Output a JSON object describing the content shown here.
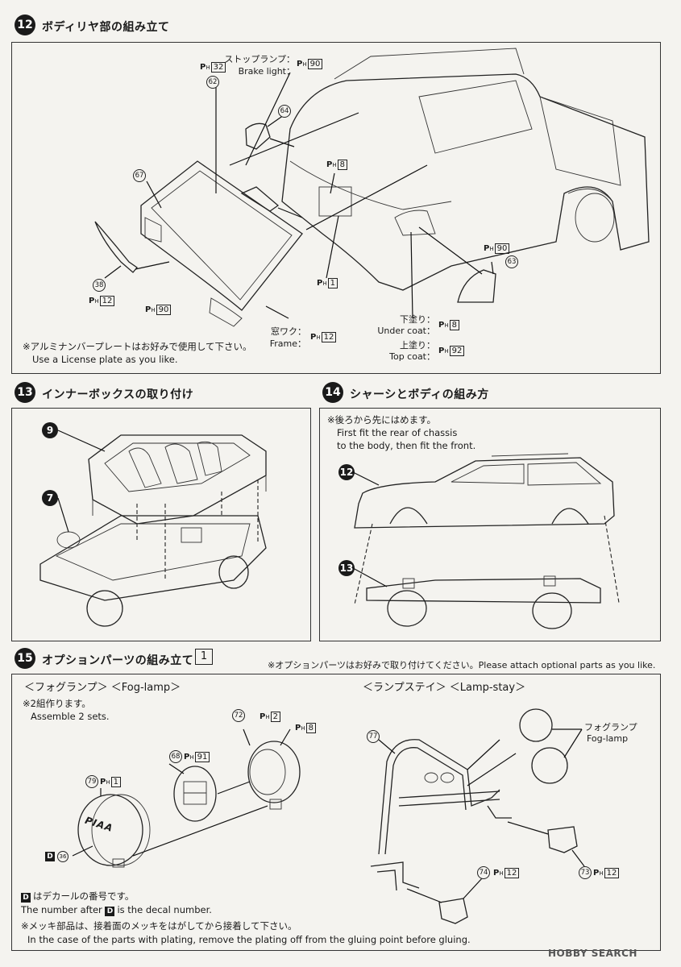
{
  "step12": {
    "num": "12",
    "title": "ボディリヤ部の組み立て",
    "stoplamp_ja": "ストップランプ：",
    "stoplamp_en": "Brake light：",
    "parts": [
      "62",
      "64",
      "67",
      "38",
      "63"
    ],
    "ph32": "32",
    "ph90": "90",
    "ph8": "8",
    "ph1": "1",
    "ph12": "12",
    "ph92": "92",
    "undercoat_ja": "下塗り：",
    "undercoat_en": "Under coat：",
    "topcoat_ja": "上塗り：",
    "topcoat_en": "Top coat：",
    "frame_ja": "窓ワク：",
    "frame_en": "Frame：",
    "note_ja": "※アルミナンバープレートはお好みで使用して下さい。",
    "note_en": "Use a License plate as you like."
  },
  "step13": {
    "num": "13",
    "title": "インナーボックスの取り付け",
    "parts": [
      "9",
      "7"
    ]
  },
  "step14": {
    "num": "14",
    "title": "シャーシとボディの組み方",
    "note_ja": "※後ろから先にはめます。",
    "note_en1": "First fit the rear of chassis",
    "note_en2": "to the body, then fit the front.",
    "parts": [
      "12",
      "13"
    ]
  },
  "step15": {
    "num": "15",
    "title": "オプションパーツの組み立て",
    "box": "1",
    "note": "※オプションパーツはお好みで取り付けてください。Please attach optional parts as you like.",
    "foglamp_title": "＜フォグランプ＞ ＜Fog-lamp＞",
    "lampstay_title": "＜ランプステイ＞ ＜Lamp-stay＞",
    "sets_ja": "※2組作ります。",
    "sets_en": "Assemble 2 sets.",
    "foglamp_ja": "フォグランプ",
    "foglamp_en": "Fog-lamp",
    "parts": [
      "72",
      "68",
      "79",
      "77",
      "74",
      "73"
    ],
    "ph2": "2",
    "ph8": "8",
    "ph91": "91",
    "ph1": "1",
    "ph12": "12",
    "decal_letter": "D",
    "decal_num": "36",
    "piaa": "PIAA",
    "decal_note_ja": "はデカールの番号です。",
    "decal_note_en_a": "The number after",
    "decal_note_en_b": "is the decal number.",
    "plating_ja": "※メッキ部品は、接着面のメッキをはがしてから接着して下さい。",
    "plating_en": "In the case of the parts with plating, remove the plating off from the gluing point before gluing."
  },
  "watermark": "HOBBY SEARCH",
  "ph_prefix": "P",
  "ph_sub": "H"
}
